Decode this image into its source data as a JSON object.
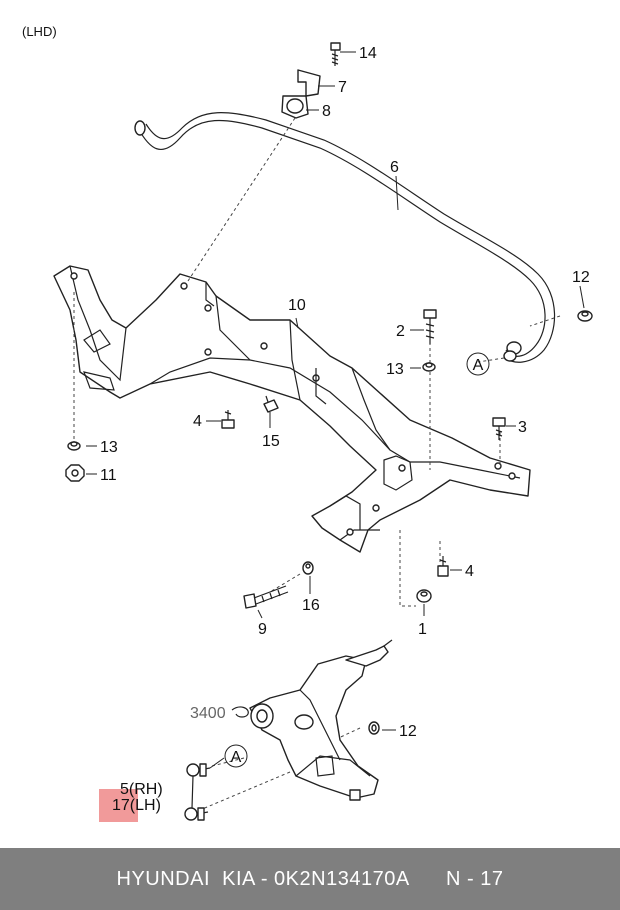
{
  "header_label": "(LHD)",
  "parts": {
    "p1": "1",
    "p2": "2",
    "p3": "3",
    "p4a": "4",
    "p4b": "4",
    "p5": "5(RH)",
    "p6": "6",
    "p7": "7",
    "p8": "8",
    "p9": "9",
    "p10": "10",
    "p11": "11",
    "p12a": "12",
    "p12b": "12",
    "p13a": "13",
    "p13b": "13",
    "p14": "14",
    "p15": "15",
    "p16": "16",
    "p17": "17(LH)",
    "p3400": "3400",
    "ref_a1": "A",
    "ref_a2": "A"
  },
  "footer": {
    "brand": "HYUNDAI  KIA - 0K2N134170A",
    "page": "N - 17"
  },
  "colors": {
    "highlight": "#ef8f8f",
    "footer_bg": "#7f7f7f"
  }
}
